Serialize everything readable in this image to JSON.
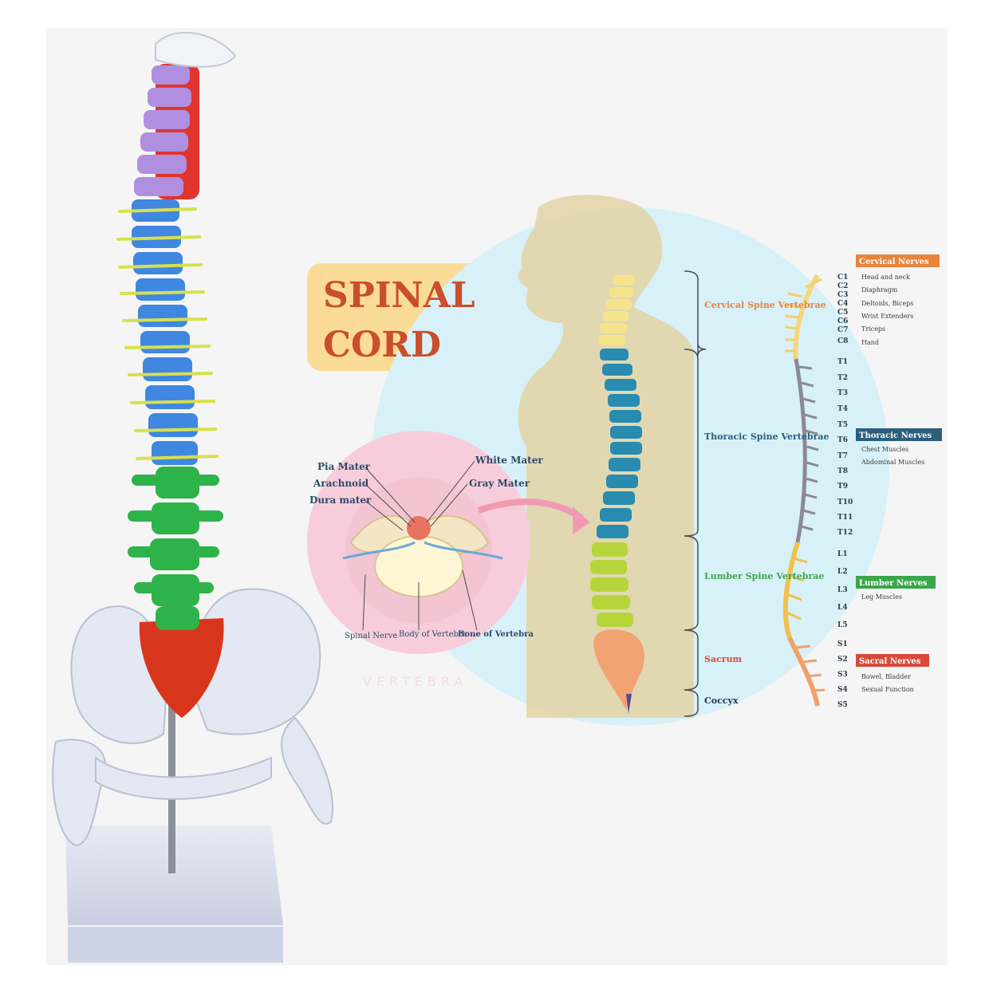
{
  "title": {
    "line1": "SPINAL",
    "line2": "CORD"
  },
  "vertebra_cross_section": {
    "labels_left": [
      "Pia Mater",
      "Arachnoid",
      "Dura mater"
    ],
    "labels_right": [
      "White Mater",
      "Gray Mater"
    ],
    "labels_bottom": [
      "Spinal Nerve",
      "Body of Vertebra",
      "Bone of Vertebra"
    ],
    "caption": "VERTEBRA"
  },
  "spine_regions": [
    {
      "label": "Cervical Spine Vertebrae",
      "color": "#e8833a"
    },
    {
      "label": "Thoracic Spine Vertebrae",
      "color": "#2c5d7c"
    },
    {
      "label": "Lumber Spine Vertebrae",
      "color": "#3aa64a"
    },
    {
      "label": "Sacrum",
      "color": "#d94a3a"
    },
    {
      "label": "Coccyx",
      "color": "#233a5a"
    }
  ],
  "nerve_levels": {
    "cervical": [
      "C1",
      "C2",
      "C3",
      "C4",
      "C5",
      "C6",
      "C7",
      "C8"
    ],
    "thoracic": [
      "T1",
      "T2",
      "T3",
      "T4",
      "T5",
      "T6",
      "T7",
      "T8",
      "T9",
      "T10",
      "T11",
      "T12"
    ],
    "lumbar": [
      "L1",
      "L2",
      "L3",
      "L4",
      "L5"
    ],
    "sacral": [
      "S1",
      "S2",
      "S3",
      "S4",
      "S5"
    ]
  },
  "nerve_groups": [
    {
      "title": "Cervical Nerves",
      "color": "#e8833a",
      "items": [
        "Head and neck",
        "Diaphragm",
        "Deltoids, Biceps",
        "Wrist Extenders",
        "Triceps",
        "Hand"
      ]
    },
    {
      "title": "Thoracic Nerves",
      "color": "#2c5d7c",
      "items": [
        "Chest Muscles",
        "Abdominal Muscles"
      ]
    },
    {
      "title": "Lumber Nerves",
      "color": "#3aa64a",
      "items": [
        "Leg Muscles"
      ]
    },
    {
      "title": "Sacral Nerves",
      "color": "#d94a3a",
      "items": [
        "Bowel, Bladder",
        "Sexual Function"
      ]
    }
  ]
}
